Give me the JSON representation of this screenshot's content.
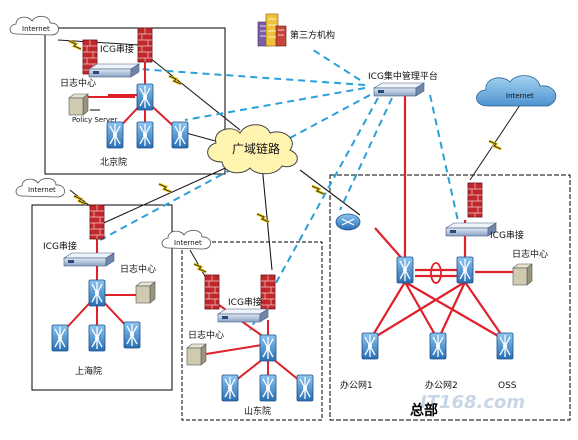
{
  "labels": {
    "third_party": "第三方机构",
    "center_platform": "ICG集中管理平台",
    "wan": "广域链路",
    "internet": "Internet",
    "icg": "ICG串接",
    "log_center": "日志中心",
    "server_tag": "Policy Server",
    "beijing": "北京院",
    "shanghai": "上海院",
    "shandong": "山东院",
    "hq": "总部",
    "office1": "办公网1",
    "office2": "办公网2",
    "oss": "OSS",
    "watermark": "IT168.com"
  },
  "colors": {
    "link_red": "#e0202a",
    "link_blue": "#2aa0d8",
    "link_black": "#1a1a1a",
    "switch_blue": "#3d8fd0",
    "firewall_red": "#c0282c",
    "cloud_fill": "#fff4b0",
    "internet_cloud": "#6fb3e3"
  }
}
